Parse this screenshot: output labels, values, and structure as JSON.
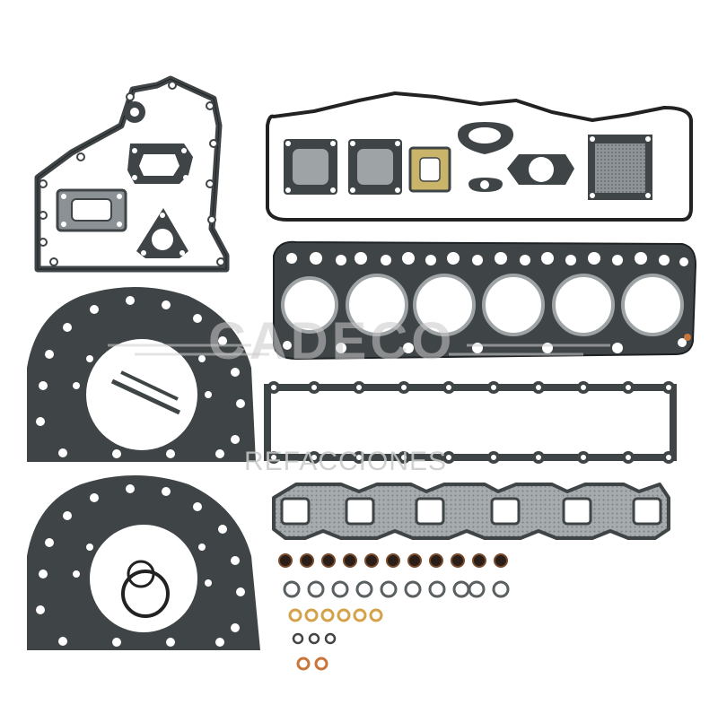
{
  "product": {
    "type": "engine-gasket-kit-photo",
    "background_color": "#ffffff",
    "gasket_color": "#3f4446",
    "metal_color": "#9ea3a6",
    "copper_color": "#c8763a",
    "brass_color": "#c9b46a"
  },
  "watermark": {
    "brand_text": "CADECO",
    "sub_text": "REFACCIONES",
    "color": "#c9c9c9"
  },
  "parts": {
    "timing_cover_gasket": "timing-cover-gasket",
    "valve_cover_gasket": "valve-cover-gasket",
    "head_gasket": "cylinder-head-gasket",
    "intake_gasket": "intake-manifold-gasket",
    "exhaust_gasket": "exhaust-manifold-gasket",
    "rear_seal_plate_upper": "rear-main-seal-plate",
    "rear_seal_plate_lower": "oil-pan-seal-plate",
    "valve_stem_seals_count": 11,
    "o_rings_count": 10,
    "copper_washers_count": 6,
    "small_o_rings_count": 3,
    "red_o_rings_count": 2
  }
}
